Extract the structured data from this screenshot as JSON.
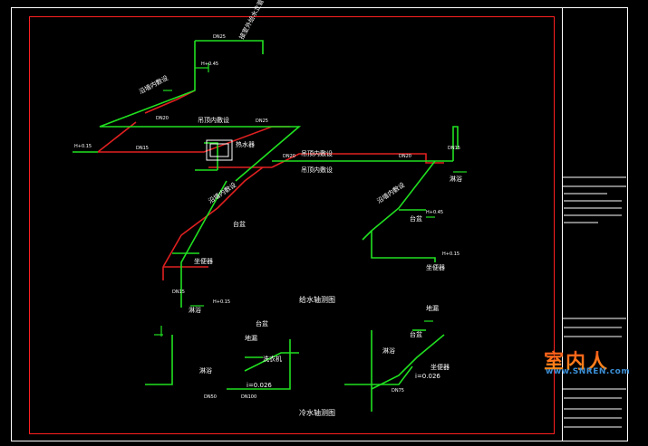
{
  "colors": {
    "background": "#000000",
    "frame": "#ffffff",
    "border": "#ff2020",
    "hot_pipe": "#e02020",
    "cold_pipe": "#20e020",
    "label": "#ffffff",
    "fixture": "#20e020"
  },
  "titles": {
    "cold_water": "给水轴测图",
    "hot_water": "冷水轴测图"
  },
  "labels": {
    "wall_concealed_upper": "沿墙内敷设",
    "hanging_ceiling_1": "吊顶内敷设",
    "hanging_ceiling_2": "吊顶内敷设",
    "hanging_ceiling_3": "吊顶内敷设",
    "wall_concealed_mid": "沿墙内敷设",
    "wall_concealed_right": "沿墙内敷设",
    "water_heater": "热水器",
    "top_note": "接室外给水立管",
    "basin_1": "台盆",
    "basin_2": "台盆",
    "toilet_1": "坐便器",
    "toilet_2": "坐便器",
    "shower_1": "淋浴",
    "shower_2": "淋浴",
    "washer": "洗衣机",
    "basin_3": "台盆",
    "floor_drain": "地漏",
    "shower_3": "淋浴",
    "toilet_3": "坐便器",
    "floor_drain_2": "地漏",
    "basin_4": "台盆",
    "shower_4": "淋浴",
    "slope_1": "i=0.026",
    "slope_2": "i=0.026",
    "dn25a": "DN25",
    "dn25b": "DN25",
    "dn20a": "DN20",
    "dn20b": "DN20",
    "dn20c": "DN20",
    "dn15a": "DN15",
    "dn15b": "DN15",
    "dn15c": "DN15",
    "h1": "H+0.15",
    "h2": "H+0.45",
    "h3": "H+0.15",
    "h4": "H+0.45",
    "h5": "H+0.15",
    "dn50": "DN50",
    "dn100": "DN100",
    "dn75": "DN75"
  },
  "watermark": {
    "main": "室内人",
    "sub": "www.SNREN.com"
  }
}
